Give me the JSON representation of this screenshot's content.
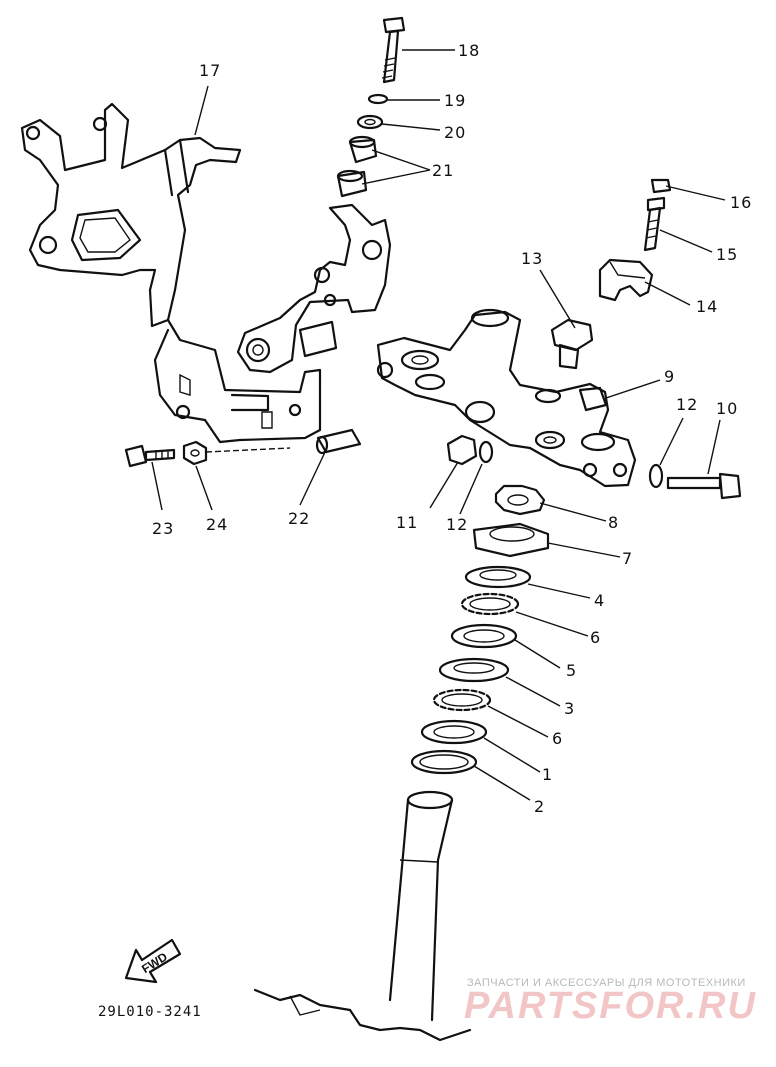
{
  "diagram": {
    "callouts": [
      {
        "id": "1",
        "text": "1"
      },
      {
        "id": "2",
        "text": "2"
      },
      {
        "id": "3",
        "text": "3"
      },
      {
        "id": "4",
        "text": "4"
      },
      {
        "id": "5",
        "text": "5"
      },
      {
        "id": "6a",
        "text": "6"
      },
      {
        "id": "6b",
        "text": "6"
      },
      {
        "id": "7",
        "text": "7"
      },
      {
        "id": "8",
        "text": "8"
      },
      {
        "id": "9",
        "text": "9"
      },
      {
        "id": "10",
        "text": "10"
      },
      {
        "id": "11",
        "text": "11"
      },
      {
        "id": "12a",
        "text": "12"
      },
      {
        "id": "12b",
        "text": "12"
      },
      {
        "id": "13",
        "text": "13"
      },
      {
        "id": "14",
        "text": "14"
      },
      {
        "id": "15",
        "text": "15"
      },
      {
        "id": "16",
        "text": "16"
      },
      {
        "id": "17",
        "text": "17"
      },
      {
        "id": "18",
        "text": "18"
      },
      {
        "id": "19",
        "text": "19"
      },
      {
        "id": "20",
        "text": "20"
      },
      {
        "id": "21",
        "text": "21"
      },
      {
        "id": "22",
        "text": "22"
      },
      {
        "id": "23",
        "text": "23"
      },
      {
        "id": "24",
        "text": "24"
      }
    ],
    "figure_code": "29L010-3241",
    "fwd_label": "FWD"
  },
  "watermark": {
    "caption": "ЗАПЧАСТИ И АКСЕССУАРЫ ДЛЯ МОТОТЕХНИКИ",
    "brand": "PARTSFOR.RU"
  }
}
